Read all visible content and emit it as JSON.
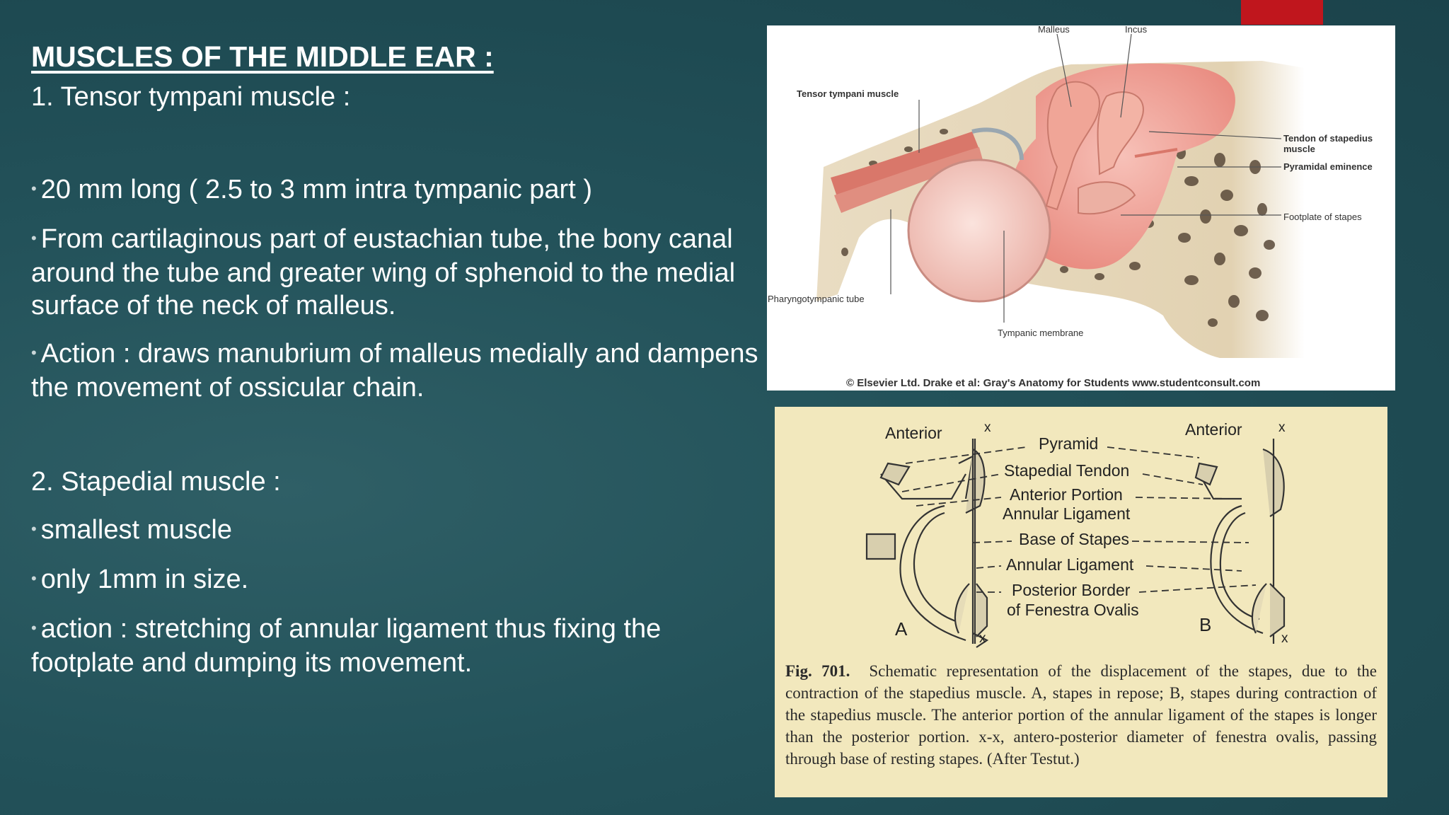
{
  "slide": {
    "heading": "MUSCLES OF THE MIDDLE EAR :",
    "section1_title": "1. Tensor tympani muscle :",
    "section1_bullets": [
      "20 mm long ( 2.5 to 3 mm intra tympanic part )",
      "From cartilaginous part of eustachian tube, the bony canal around the tube and greater wing of sphenoid to the medial surface of the neck of malleus.",
      "Action : draws manubrium of malleus medially and dampens the movement of ossicular chain."
    ],
    "section2_title": "2. Stapedial muscle :",
    "section2_bullets": [
      "smallest muscle",
      "only 1mm in size.",
      "action : stretching of annular ligament thus fixing the footplate and dumping its movement."
    ],
    "bullet_glyph": "•"
  },
  "figure1": {
    "labels": {
      "malleus": "Malleus",
      "incus": "Incus",
      "tensor_tympani": "Tensor tympani muscle",
      "tendon": "Tendon of stapedius muscle",
      "pyramidal": "Pyramidal eminence",
      "footplate": "Footplate of stapes",
      "pharyngotympanic": "Pharyngotympanic tube",
      "tympanic_membrane": "Tympanic membrane"
    },
    "credit": "© Elsevier Ltd. Drake et al: Gray's Anatomy for Students www.studentconsult.com"
  },
  "figure2": {
    "labels": {
      "anterior_left": "Anterior",
      "anterior_right": "Anterior",
      "x_top_left": "x",
      "x_top_right": "x",
      "x_bottom_left": "x",
      "x_bottom_right": "x",
      "pyramid": "Pyramid",
      "stapedial_tendon": "Stapedial Tendon",
      "anterior_portion": "Anterior Portion",
      "annular_ligament_1": "Annular Ligament",
      "base_of_stapes": "Base of Stapes",
      "annular_ligament_2": "Annular Ligament",
      "posterior_border": "Posterior Border",
      "of_fenestra": "of Fenestra Ovalis",
      "a": "A",
      "b": "B"
    },
    "caption_label": "Fig. 701.",
    "caption_text": "Schematic representation of the displacement of the stapes, due to the contraction of the stapedius muscle. A, stapes in repose; B, stapes during contraction of the stapedius muscle. The anterior portion of the annular ligament of the stapes is longer than the posterior portion. x-x, antero-posterior diameter of fenestra ovalis, passing through base of resting stapes. (After Testut.)"
  },
  "colors": {
    "accent": "#c0161d",
    "background": "#23525a",
    "text": "#ffffff"
  }
}
